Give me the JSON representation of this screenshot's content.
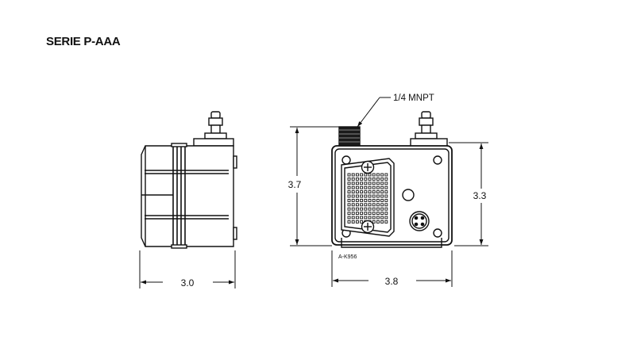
{
  "title": "SERIE P-AAA",
  "callout": "1/4 MNPT",
  "part_code": "A-K956",
  "dimensions": {
    "side_width": "3.0",
    "front_width": "3.8",
    "total_height": "3.7",
    "body_height": "3.3"
  }
}
